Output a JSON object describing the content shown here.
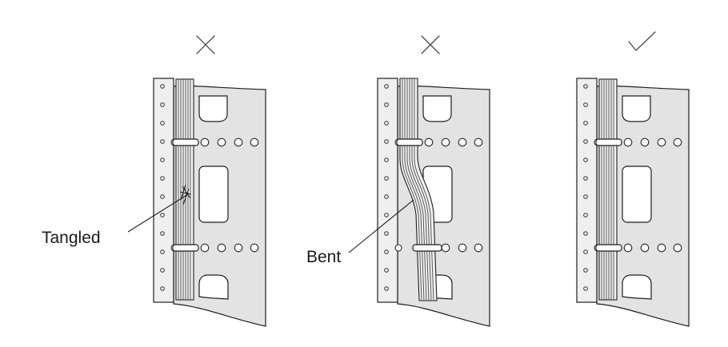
{
  "panels": [
    {
      "id": "tangled",
      "status": "incorrect",
      "status_icon": "cross-icon",
      "label": "Tangled"
    },
    {
      "id": "bent",
      "status": "incorrect",
      "status_icon": "cross-icon",
      "label": "Bent"
    },
    {
      "id": "correct",
      "status": "correct",
      "status_icon": "check-icon",
      "label": ""
    }
  ],
  "colors": {
    "panel_fill": "#e3e3e3",
    "outline": "#1e1e1e",
    "mark": "#4a4a4a"
  }
}
